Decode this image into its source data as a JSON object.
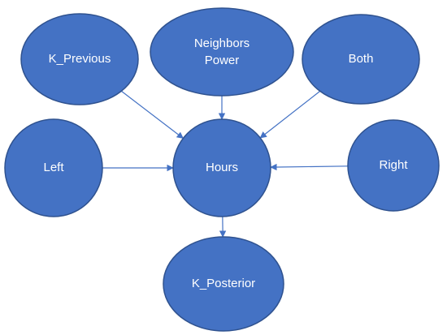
{
  "diagram": {
    "nodes": [
      {
        "id": "k_previous",
        "lines": [
          "K_Previous"
        ]
      },
      {
        "id": "neighbors_power",
        "lines": [
          "Neighbors",
          "Power"
        ]
      },
      {
        "id": "both",
        "lines": [
          "Both"
        ]
      },
      {
        "id": "left",
        "lines": [
          "Left"
        ]
      },
      {
        "id": "hours",
        "lines": [
          "Hours"
        ]
      },
      {
        "id": "right",
        "lines": [
          "Right"
        ]
      },
      {
        "id": "k_posterior",
        "lines": [
          "K_Posterior"
        ]
      }
    ],
    "edges": [
      {
        "from": "k_previous",
        "to": "hours"
      },
      {
        "from": "neighbors_power",
        "to": "hours"
      },
      {
        "from": "both",
        "to": "hours"
      },
      {
        "from": "left",
        "to": "hours"
      },
      {
        "from": "right",
        "to": "hours"
      },
      {
        "from": "hours",
        "to": "k_posterior"
      }
    ],
    "colors": {
      "node_fill": "#4472C4",
      "node_border": "#2F528F",
      "edge": "#4472C4",
      "label": "#FFFFFF"
    }
  }
}
